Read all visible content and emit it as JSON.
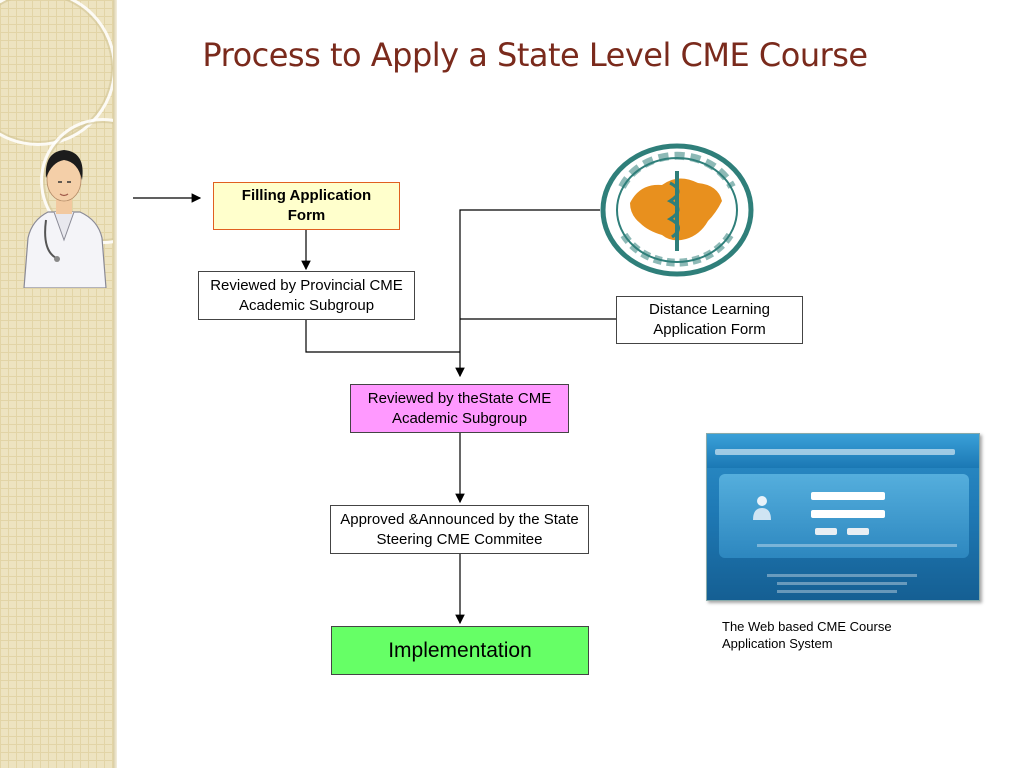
{
  "slide": {
    "title": "Process to Apply a State Level CME Course"
  },
  "flow": {
    "filling": "Filling Application Form",
    "provincial": "Reviewed by Provincial CME Academic Subgroup",
    "state_review": "Reviewed by theState CME Academic Subgroup",
    "approved": "Approved &Announced by the State Steering CME Commitee",
    "implementation": "Implementation",
    "distance": "Distance Learning Application Form"
  },
  "caption": "The Web based CME Course Application System",
  "colors": {
    "title": "#7a2a1c",
    "filling_fill": "#ffffcc",
    "filling_border": "#e06020",
    "state_review_fill": "#ff99ff",
    "implementation_fill": "#66ff66",
    "logo_teal": "#2f7f7a",
    "logo_map": "#e8901e"
  },
  "icons": {
    "doctor": "doctor-illustration",
    "logo": "chinese-medical-association-logo"
  }
}
